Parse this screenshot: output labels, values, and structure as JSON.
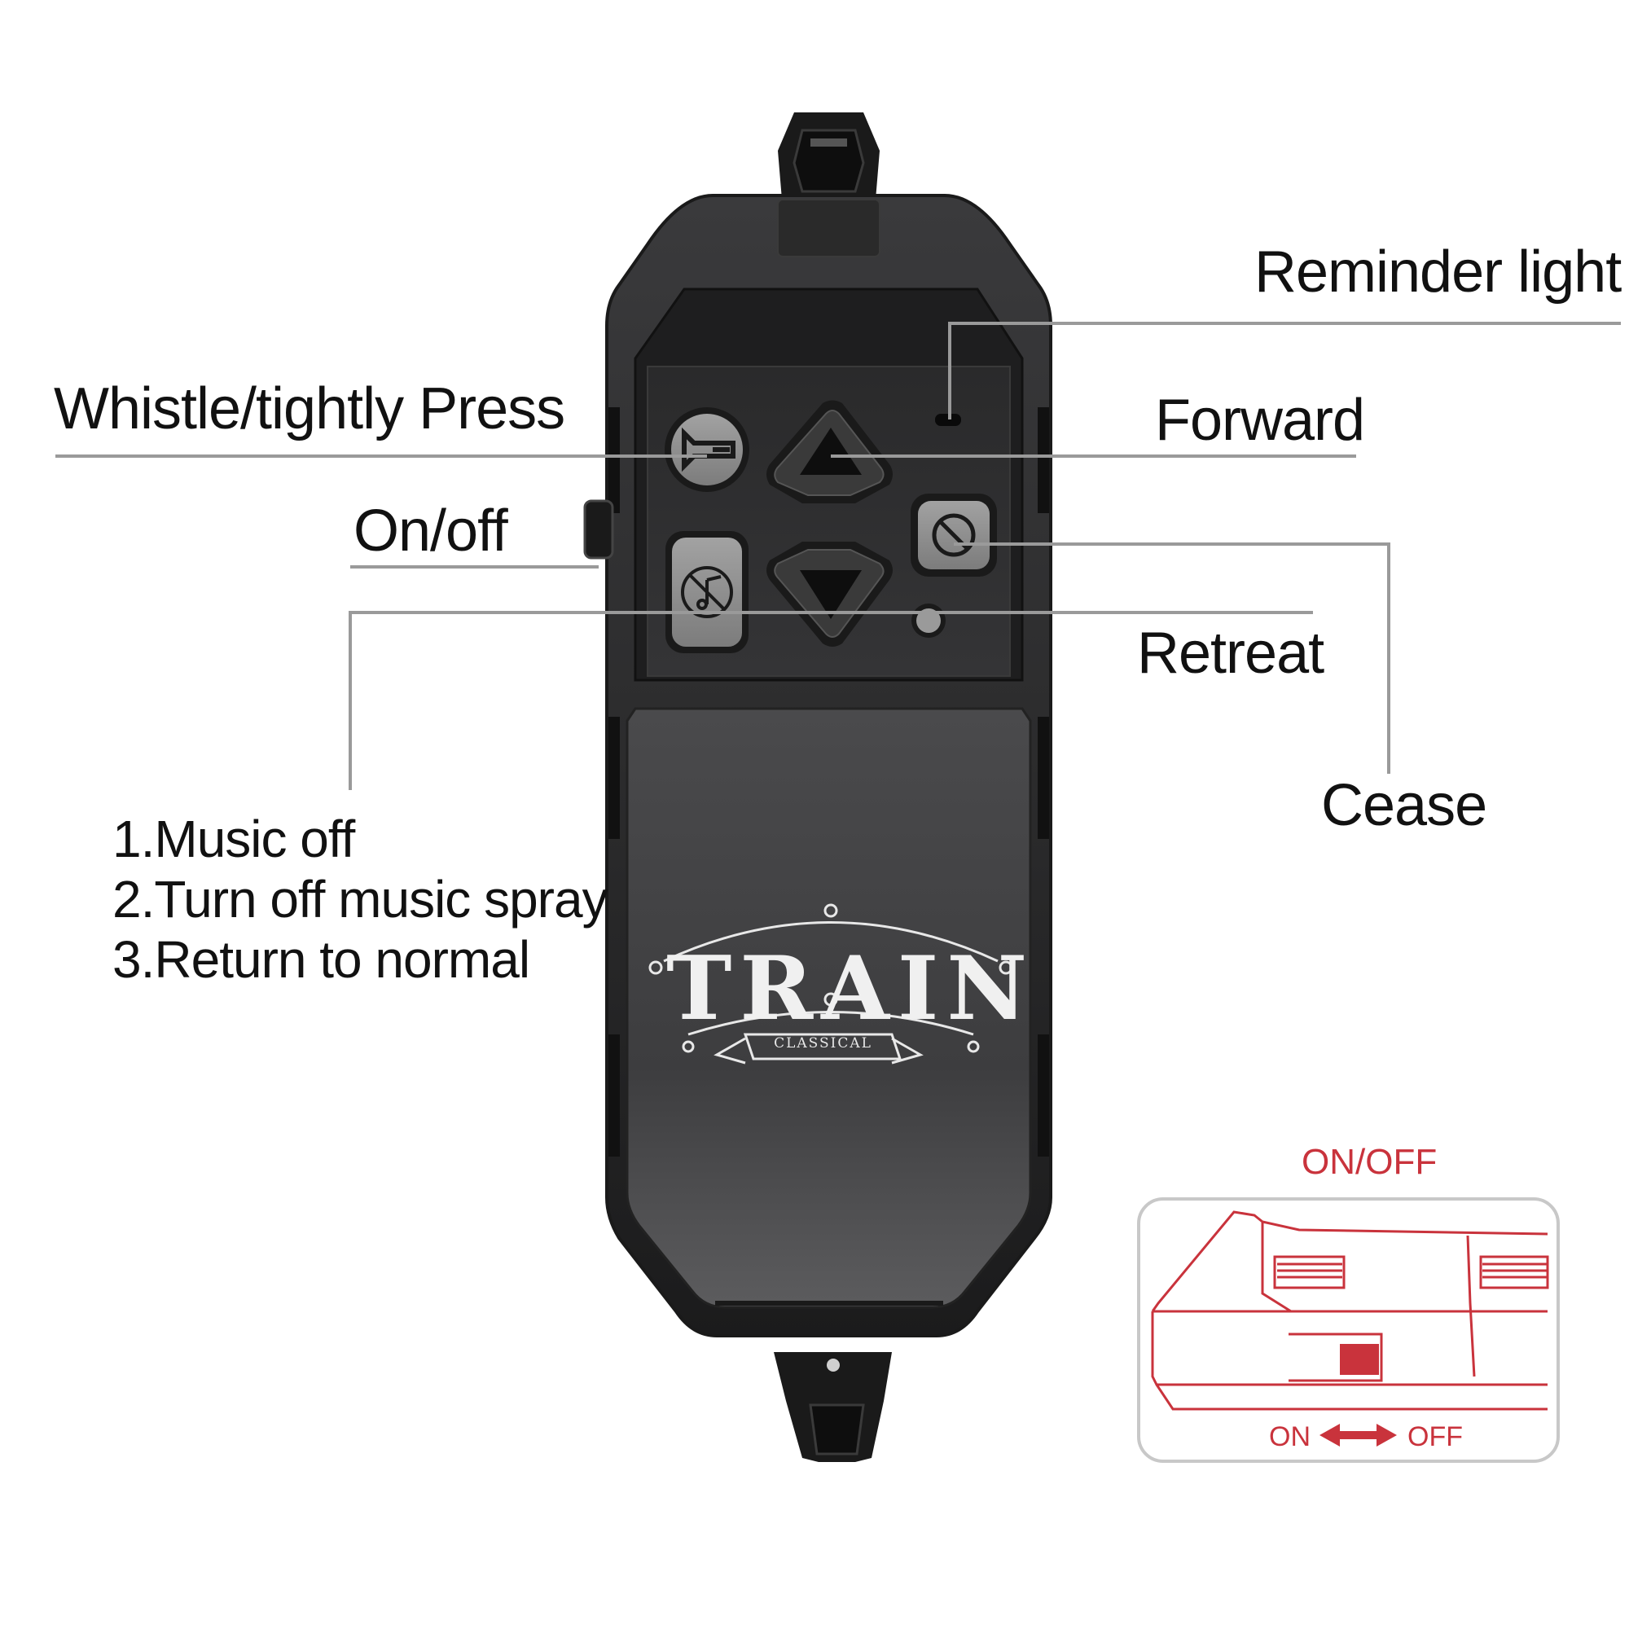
{
  "labels": {
    "reminder_light": "Reminder light",
    "forward": "Forward",
    "whistle": "Whistle/tightly Press",
    "on_off": "On/off",
    "retreat": "Retreat",
    "cease": "Cease",
    "music_lines": [
      "1.Music off",
      "2.Turn off music spray",
      "3.Return to normal"
    ]
  },
  "logo": {
    "brand": "TRAIN",
    "sub": "CLASSICAL"
  },
  "inset": {
    "title": "ON/OFF",
    "on": "ON",
    "off": "OFF"
  },
  "colors": {
    "device_body": "#2c2c2e",
    "button_gray": "#8b8b8b",
    "leader_line": "#9a9a9a",
    "accent_red": "#c9333c"
  }
}
